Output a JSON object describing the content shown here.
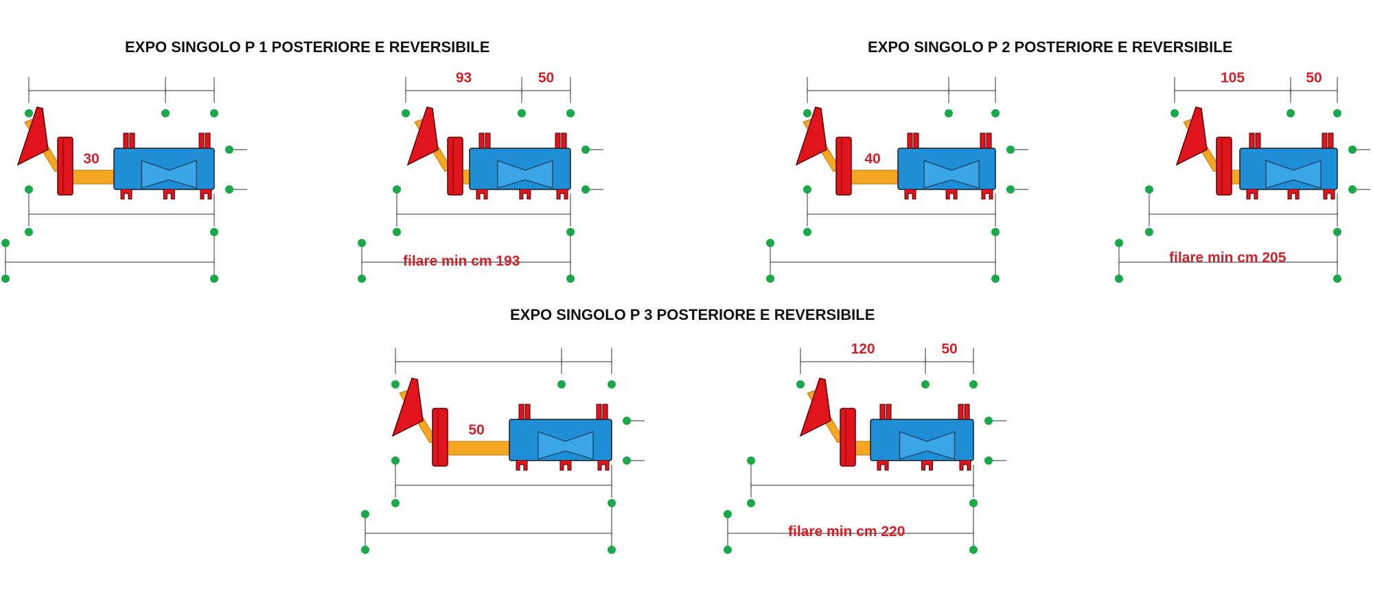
{
  "titles": [
    "EXPO SINGOLO P 1 POSTERIORE E REVERSIBILE",
    "EXPO SINGOLO P 2 POSTERIORE E REVERSIBILE",
    "EXPO SINGOLO P 3 POSTERIORE E REVERSIBILE"
  ],
  "diagrams": [
    {
      "arm_label": "30",
      "top_left": "",
      "top_right": "",
      "caption": ""
    },
    {
      "arm_label": "",
      "top_left": "93",
      "top_right": "50",
      "caption": "filare min cm 193"
    },
    {
      "arm_label": "40",
      "top_left": "",
      "top_right": "",
      "caption": ""
    },
    {
      "arm_label": "",
      "top_left": "105",
      "top_right": "50",
      "caption": "filare min cm 205"
    },
    {
      "arm_label": "50",
      "top_left": "",
      "top_right": "",
      "caption": ""
    },
    {
      "arm_label": "",
      "top_left": "120",
      "top_right": "50",
      "caption": "filare min cm 220"
    }
  ],
  "colors": {
    "machine_body": "#1e8fd6",
    "flail_head": "#e0141c",
    "arm": "#f5a623",
    "marker_dot": "#1aa84a",
    "dimension_text": "#d0202a"
  }
}
